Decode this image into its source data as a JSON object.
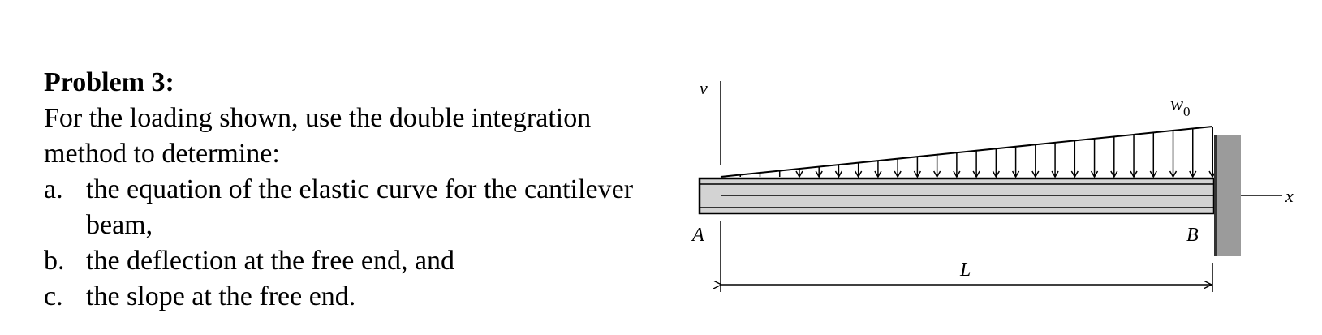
{
  "problem": {
    "title": "Problem 3:",
    "intro_line1": "For the loading shown, use the double integration",
    "intro_line2": "method to determine:",
    "items": [
      {
        "marker": "a.",
        "text_line1": "the equation of the elastic curve for the cantilever",
        "text_line2": "beam,"
      },
      {
        "marker": "b.",
        "text_line1": "the deflection at the free end, and"
      },
      {
        "marker": "c.",
        "text_line1": "the slope at the free end."
      }
    ]
  },
  "figure": {
    "v_axis_label": "v",
    "x_axis_label": "x",
    "load_label_base": "w",
    "load_label_sub": "0",
    "point_a": "A",
    "point_b": "B",
    "length_label": "L",
    "colors": {
      "beam_fill": "#d3d3d3",
      "wall_fill": "#9b9b9b",
      "stroke": "#000000"
    }
  }
}
